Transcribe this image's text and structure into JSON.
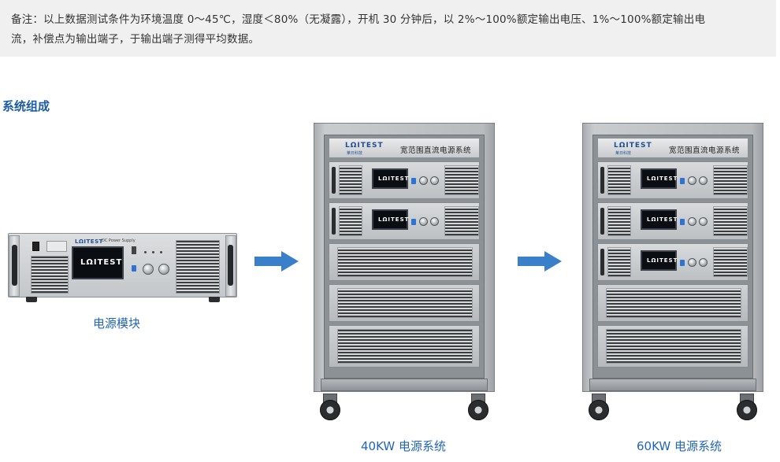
{
  "note": {
    "line1": "备注：以上数据测试条件为环境温度 0～45℃，湿度＜80%（无凝露），开机 30 分钟后，以 2%～100%额定输出电压、1%～100%额定输出电",
    "line2": "流，补偿点为输出端子，于输出端子测得平均数据。"
  },
  "section": {
    "title": "系统组成"
  },
  "module": {
    "caption": "电源模块",
    "screen_logo": "LΩITEST",
    "brand": "LΩITEST",
    "panel_label": "DC Power Supply"
  },
  "system40": {
    "caption": "40KW 电源系统",
    "header_logo": "LΩITEST",
    "header_logo_sub": "莱日科技",
    "header_title": "宽范围直流电源系统",
    "unit_logo": "LΩITEST"
  },
  "system60": {
    "caption": "60KW 电源系统",
    "header_logo": "LΩITEST",
    "header_logo_sub": "莱日科技",
    "header_title": "宽范围直流电源系统",
    "unit_logo": "LΩITEST"
  },
  "colors": {
    "caption": "#2266b8",
    "section_title": "#1d5ca8",
    "arrow": "#3a7fc9",
    "note_bg": "#f0f0f0"
  }
}
